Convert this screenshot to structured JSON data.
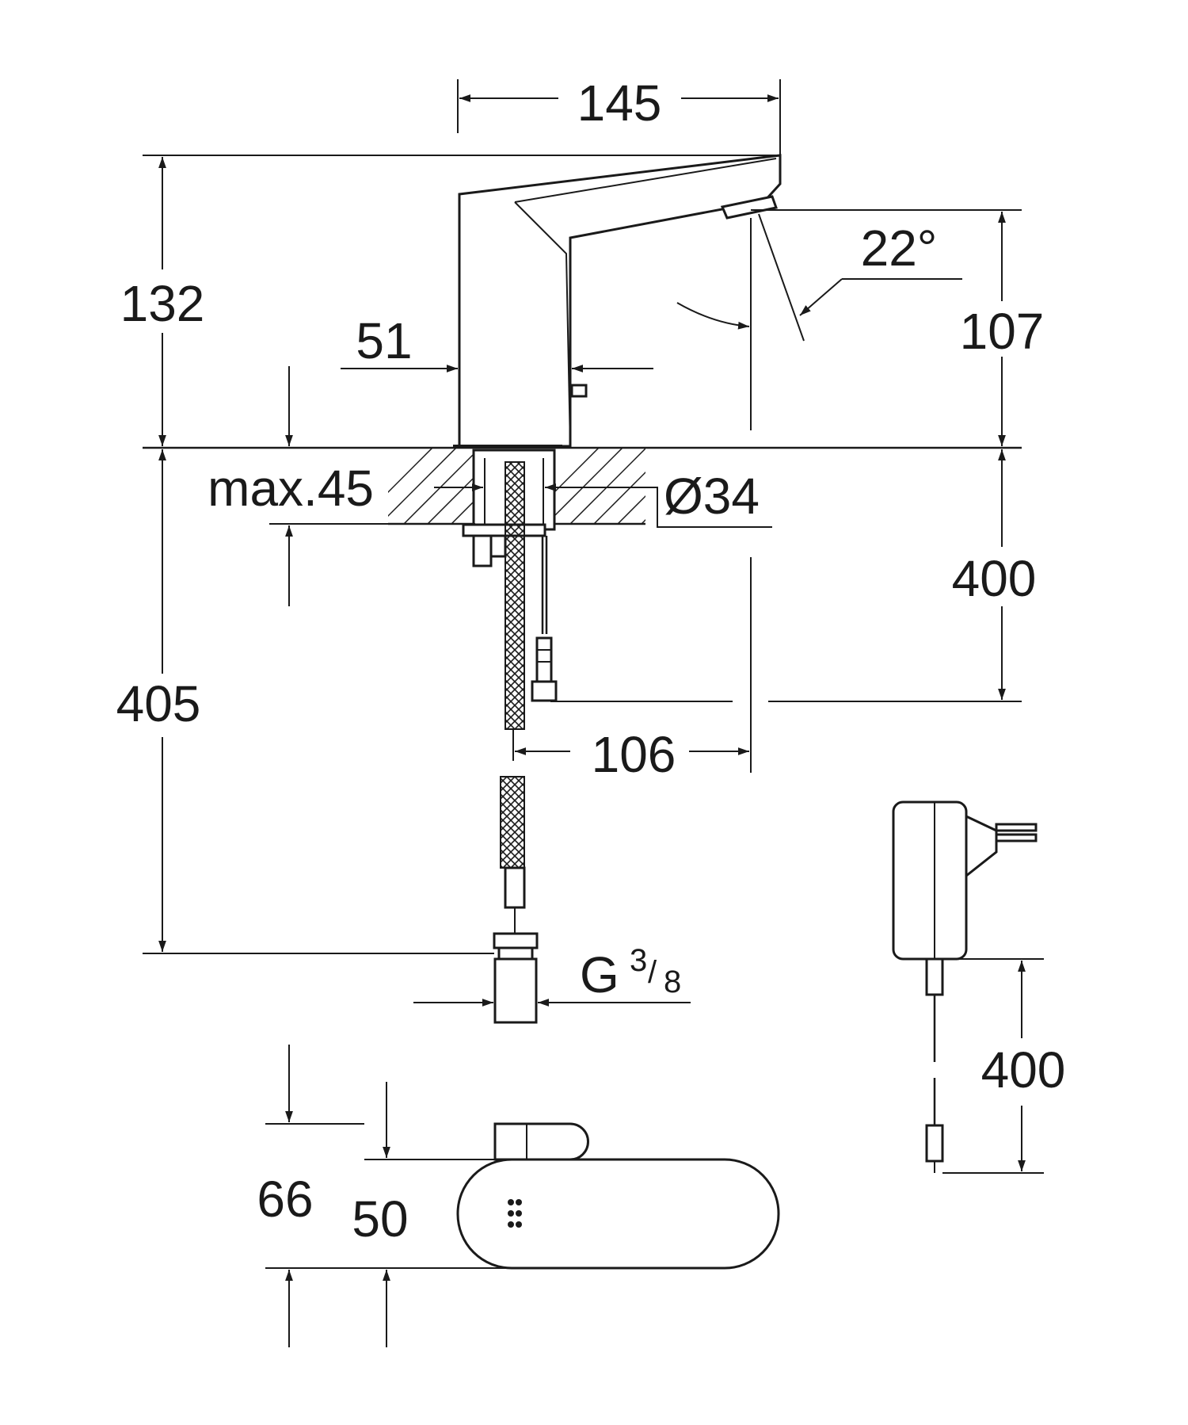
{
  "dimensions": {
    "spout_reach": "145",
    "total_height": "132",
    "spout_outlet_height": "107",
    "spray_angle": "22°",
    "body_width": "51",
    "max_deck_thickness": "max.45",
    "hole_diameter": "Ø34",
    "sensor_cable_length": "400",
    "hose_length": "405",
    "cable_offset": "106",
    "connection_thread": "G",
    "thread_numerator": "3",
    "thread_slash": "/",
    "thread_denominator": "8",
    "top_view_depth_outer": "66",
    "top_view_depth_inner": "50",
    "power_supply_cable_length": "400"
  }
}
